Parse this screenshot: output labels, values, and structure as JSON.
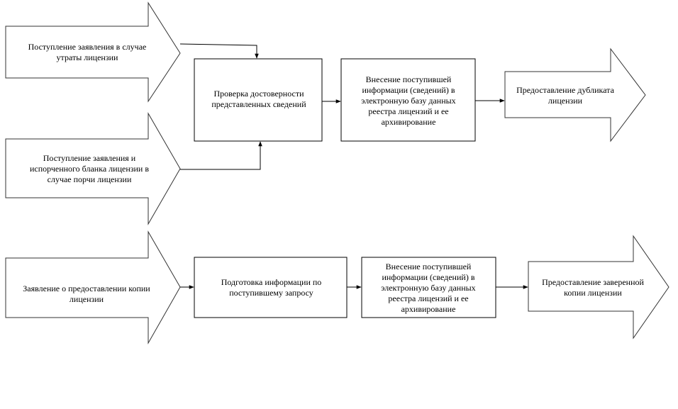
{
  "diagram": {
    "flow_1": {
      "input_lost": "Поступление заявления в случае утраты лицензии",
      "input_damaged": "Поступление заявления и испорченного бланка лицензии в случае порчи лицензии",
      "step_verify": "Проверка достоверности представленных сведений",
      "step_register": "Внесение поступившей информации (сведений) в электронную базу данных реестра лицензий и ее архивирование",
      "output": "Предоставление дубликата лицензии"
    },
    "flow_2": {
      "input": "Заявление о предоставлении копии лицензии",
      "step_prepare": "Подготовка информации по поступившему запросу",
      "step_register": "Внесение поступившей информации (сведений) в электронную базу данных реестра лицензий и ее архивирование",
      "output": "Предоставление заверенной копии лицензии"
    },
    "colors": {
      "stroke": "#000000",
      "fill": "#ffffff"
    }
  }
}
